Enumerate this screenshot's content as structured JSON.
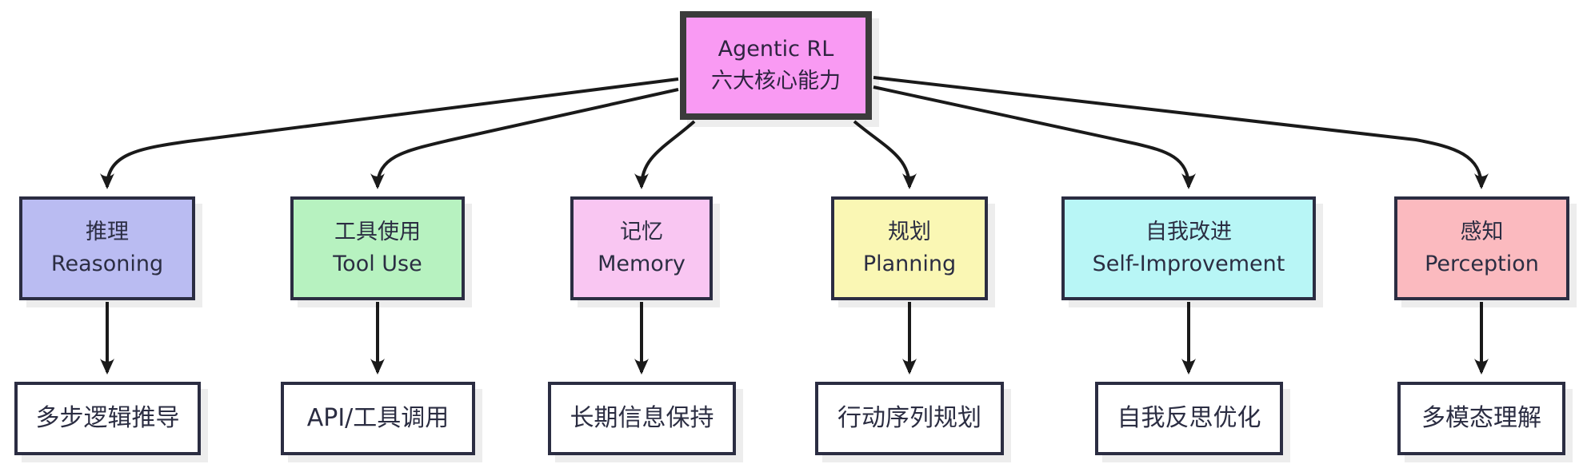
{
  "diagram": {
    "root": {
      "line1": "Agentic RL",
      "line2": "六大核心能力",
      "fill": "#f99af3",
      "border_color": "#3b3b3b",
      "text_color": "#2e2440"
    },
    "columns": [
      {
        "id": "reasoning",
        "middle": {
          "zh": "推理",
          "en": "Reasoning",
          "fill": "#babcf2"
        },
        "bottom": {
          "label": "多步逻辑推导"
        }
      },
      {
        "id": "tool-use",
        "middle": {
          "zh": "工具使用",
          "en": "Tool Use",
          "fill": "#b7f2c0"
        },
        "bottom": {
          "label": "API/工具调用"
        }
      },
      {
        "id": "memory",
        "middle": {
          "zh": "记忆",
          "en": "Memory",
          "fill": "#f9c6f2"
        },
        "bottom": {
          "label": "长期信息保持"
        }
      },
      {
        "id": "planning",
        "middle": {
          "zh": "规划",
          "en": "Planning",
          "fill": "#faf7b4"
        },
        "bottom": {
          "label": "行动序列规划"
        }
      },
      {
        "id": "self-improvement",
        "middle": {
          "zh": "自我改进",
          "en": "Self-Improvement",
          "fill": "#b8f6f6"
        },
        "bottom": {
          "label": "自我反思优化"
        }
      },
      {
        "id": "perception",
        "middle": {
          "zh": "感知",
          "en": "Perception",
          "fill": "#fbbabf"
        },
        "bottom": {
          "label": "多模态理解"
        }
      }
    ],
    "node_border_color": "#2b2d42",
    "edge_color": "#1a1a1a",
    "bottom_fill": "#ffffff",
    "background": "#ffffff"
  }
}
